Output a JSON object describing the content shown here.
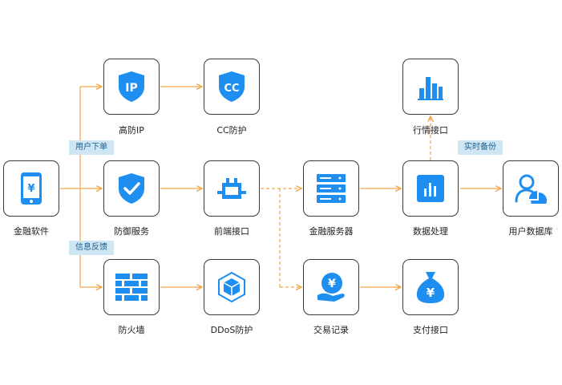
{
  "nodes": {
    "financial_app": "金融软件",
    "high_defense_ip": "高防IP",
    "cc_protection": "CC防护",
    "defense_service": "防御服务",
    "frontend_interface": "前端接口",
    "firewall": "防火墙",
    "ddos_protection": "DDoS防护",
    "financial_server": "金融服务器",
    "transaction_record": "交易记录",
    "data_processing": "数据处理",
    "payment_interface": "支付接口",
    "market_interface": "行情接口",
    "user_database": "用户数据库"
  },
  "tags": {
    "user_order": "用户下单",
    "info_feedback": "信息反馈",
    "realtime_backup": "实时备份"
  },
  "icon_text": {
    "yen": "¥",
    "ip": "IP",
    "cc": "CC"
  },
  "colors": {
    "accent": "#1e8ef0",
    "line": "#f3a64b",
    "tag_bg": "#cfe6f5"
  }
}
